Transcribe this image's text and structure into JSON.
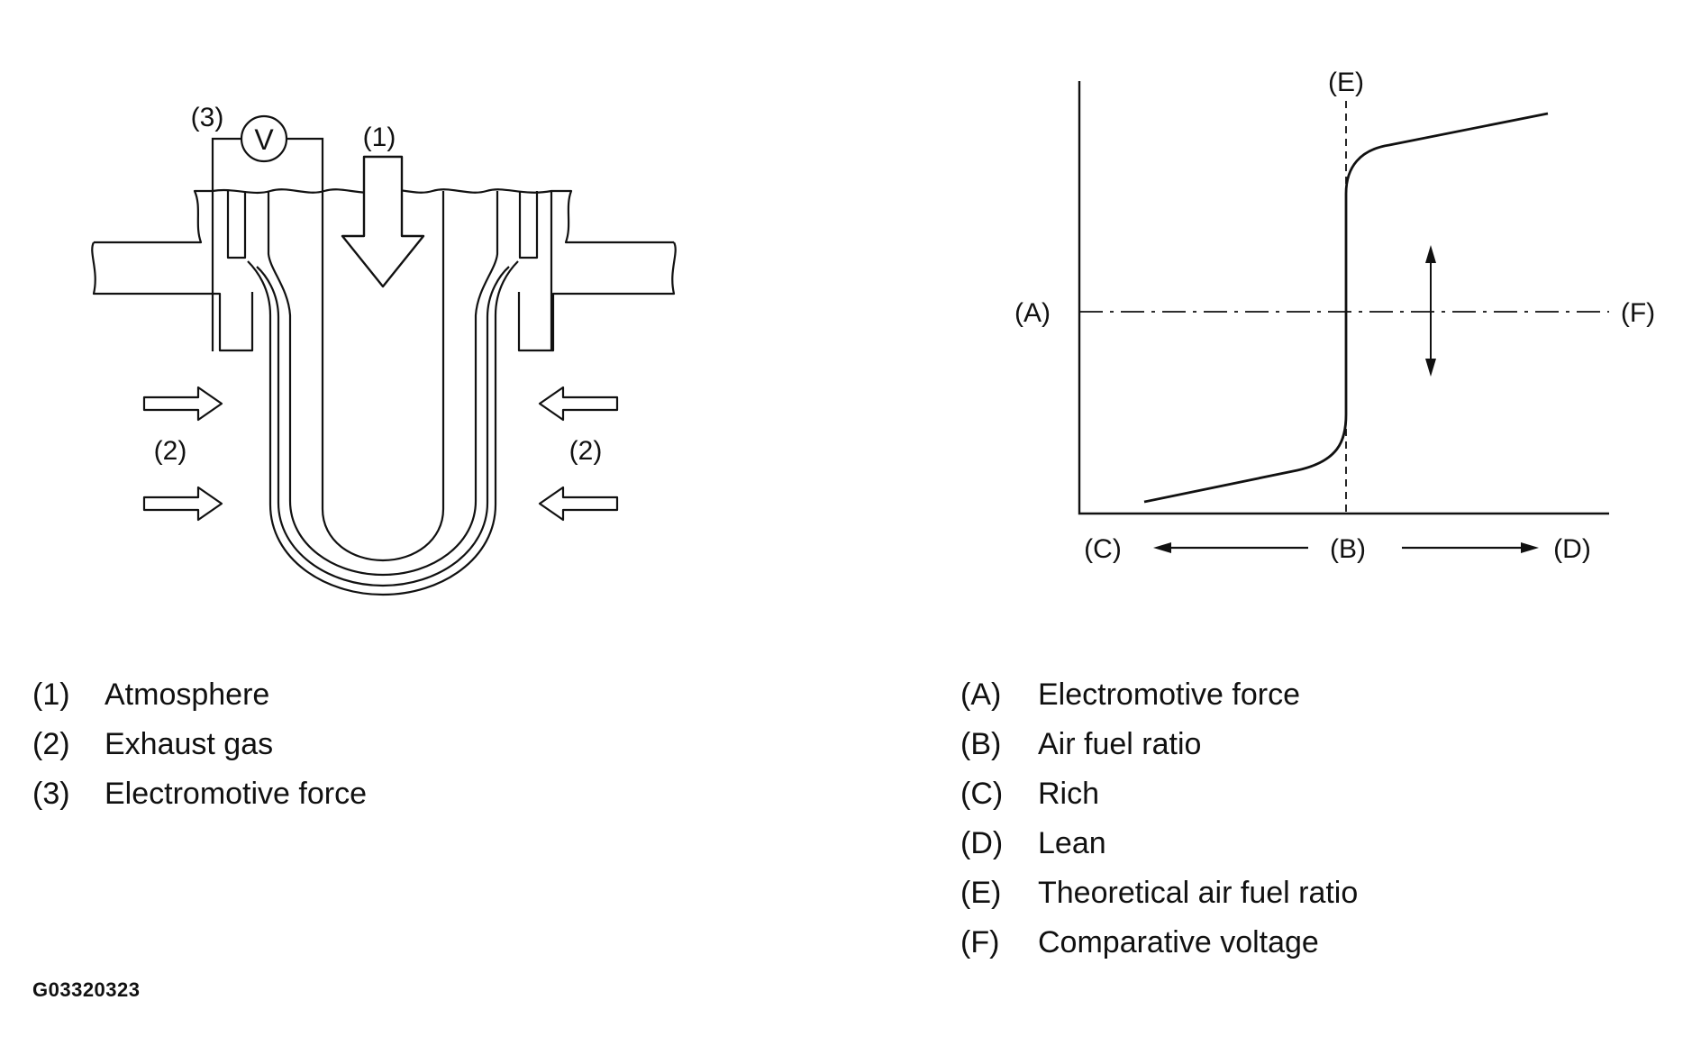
{
  "sensor_diagram": {
    "callouts": {
      "atmosphere": "(1)",
      "exhaust_left": "(2)",
      "exhaust_right": "(2)",
      "emf": "(3)"
    },
    "voltmeter_symbol": "V"
  },
  "graph": {
    "labels": {
      "A": "(A)",
      "B": "(B)",
      "C": "(C)",
      "D": "(D)",
      "E": "(E)",
      "F": "(F)"
    }
  },
  "legend_left": [
    {
      "key": "(1)",
      "text": "Atmosphere"
    },
    {
      "key": "(2)",
      "text": "Exhaust gas"
    },
    {
      "key": "(3)",
      "text": "Electromotive force"
    }
  ],
  "legend_right": [
    {
      "key": "(A)",
      "text": "Electromotive force"
    },
    {
      "key": "(B)",
      "text": "Air fuel ratio"
    },
    {
      "key": "(C)",
      "text": "Rich"
    },
    {
      "key": "(D)",
      "text": "Lean"
    },
    {
      "key": "(E)",
      "text": "Theoretical air fuel ratio"
    },
    {
      "key": "(F)",
      "text": "Comparative voltage"
    }
  ],
  "figure_code": "G03320323"
}
